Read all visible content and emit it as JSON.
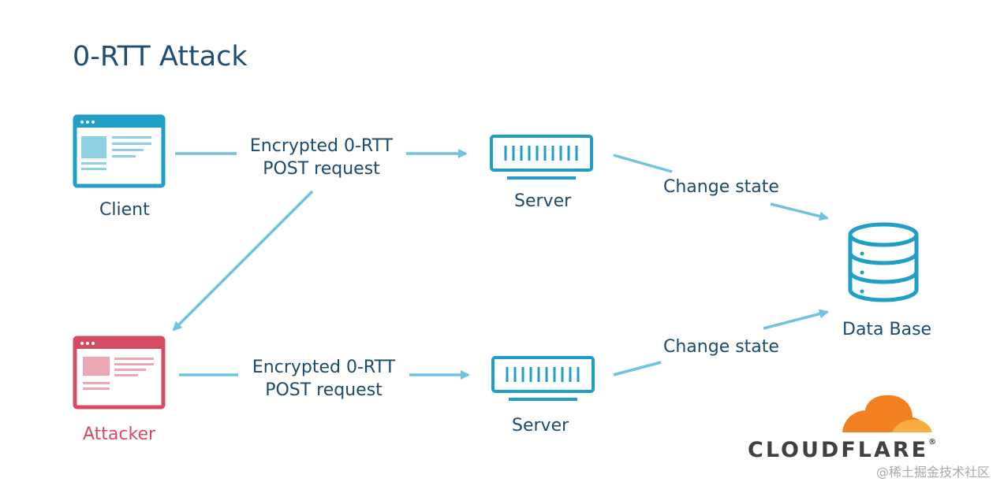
{
  "title": "0-RTT Attack",
  "nodes": {
    "client": {
      "label": "Client"
    },
    "attacker": {
      "label": "Attacker"
    },
    "server_top": {
      "label": "Server"
    },
    "server_bottom": {
      "label": "Server"
    },
    "database": {
      "label": "Data Base"
    }
  },
  "edges": {
    "client_to_server": {
      "line1": "Encrypted 0-RTT",
      "line2": "POST request"
    },
    "attacker_to_server": {
      "line1": "Encrypted 0-RTT",
      "line2": "POST request"
    },
    "server_top_to_db": {
      "label": "Change state"
    },
    "server_bottom_to_db": {
      "label": "Change state"
    }
  },
  "logo": {
    "wordmark": "CLOUDFLARE",
    "registered": "®"
  },
  "watermark": "@稀土掘金技术社区",
  "colors": {
    "title": "#1f4e73",
    "blue": "#1f9fc6",
    "arrow": "#6fc3e0",
    "red": "#d44c63",
    "orange": "#f48120",
    "light_orange": "#faad3f"
  }
}
